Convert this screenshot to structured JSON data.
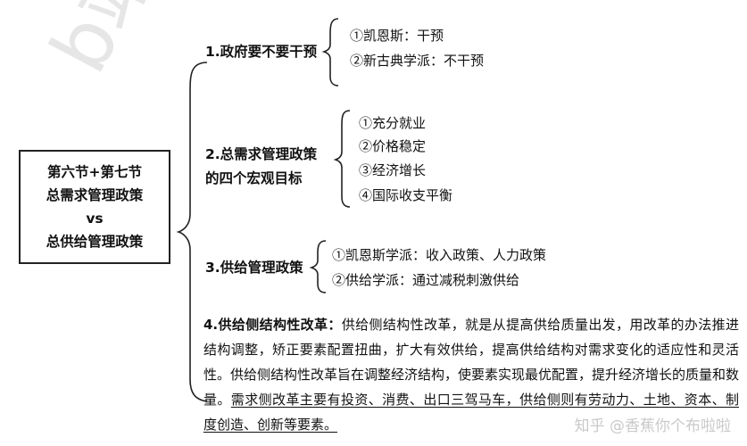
{
  "watermark": "b站：小考",
  "title_box": {
    "line1": "第六节+第七节",
    "line2": "总需求管理政策",
    "line3": "vs",
    "line4": "总供给管理政策"
  },
  "branches": [
    {
      "heading": "1.政府要不要干预",
      "items": [
        "①凯恩斯：干预",
        "②新古典学派：不干预"
      ]
    },
    {
      "heading_line1": "2.总需求管理政策",
      "heading_line2": "的四个宏观目标",
      "items": [
        "①充分就业",
        "②价格稳定",
        "③经济增长",
        "④国际收支平衡"
      ]
    },
    {
      "heading": "3.供给管理政策",
      "items": [
        "①凯恩斯学派：收入政策、人力政策",
        "②供给学派：通过减税刺激供给"
      ]
    },
    {
      "heading": "4.供给侧结构性改革：",
      "body": "供给侧结构性改革，就是从提高供给质量出发，用改革的办法推进结构调整，矫正要素配置扭曲，扩大有效供给，提高供给结构对需求变化的适应性和灵活性。供给侧结构性改革旨在调整经济结构，使要素实现最优配置，提升经济增长的质量和数量。",
      "underlined": "需求侧改革主要有投资、消费、出口三驾马车，供给侧则有劳动力、土地、资本、制度创造、创新等要素。"
    }
  ],
  "credit": "知乎 @香蕉你个布啦啦"
}
